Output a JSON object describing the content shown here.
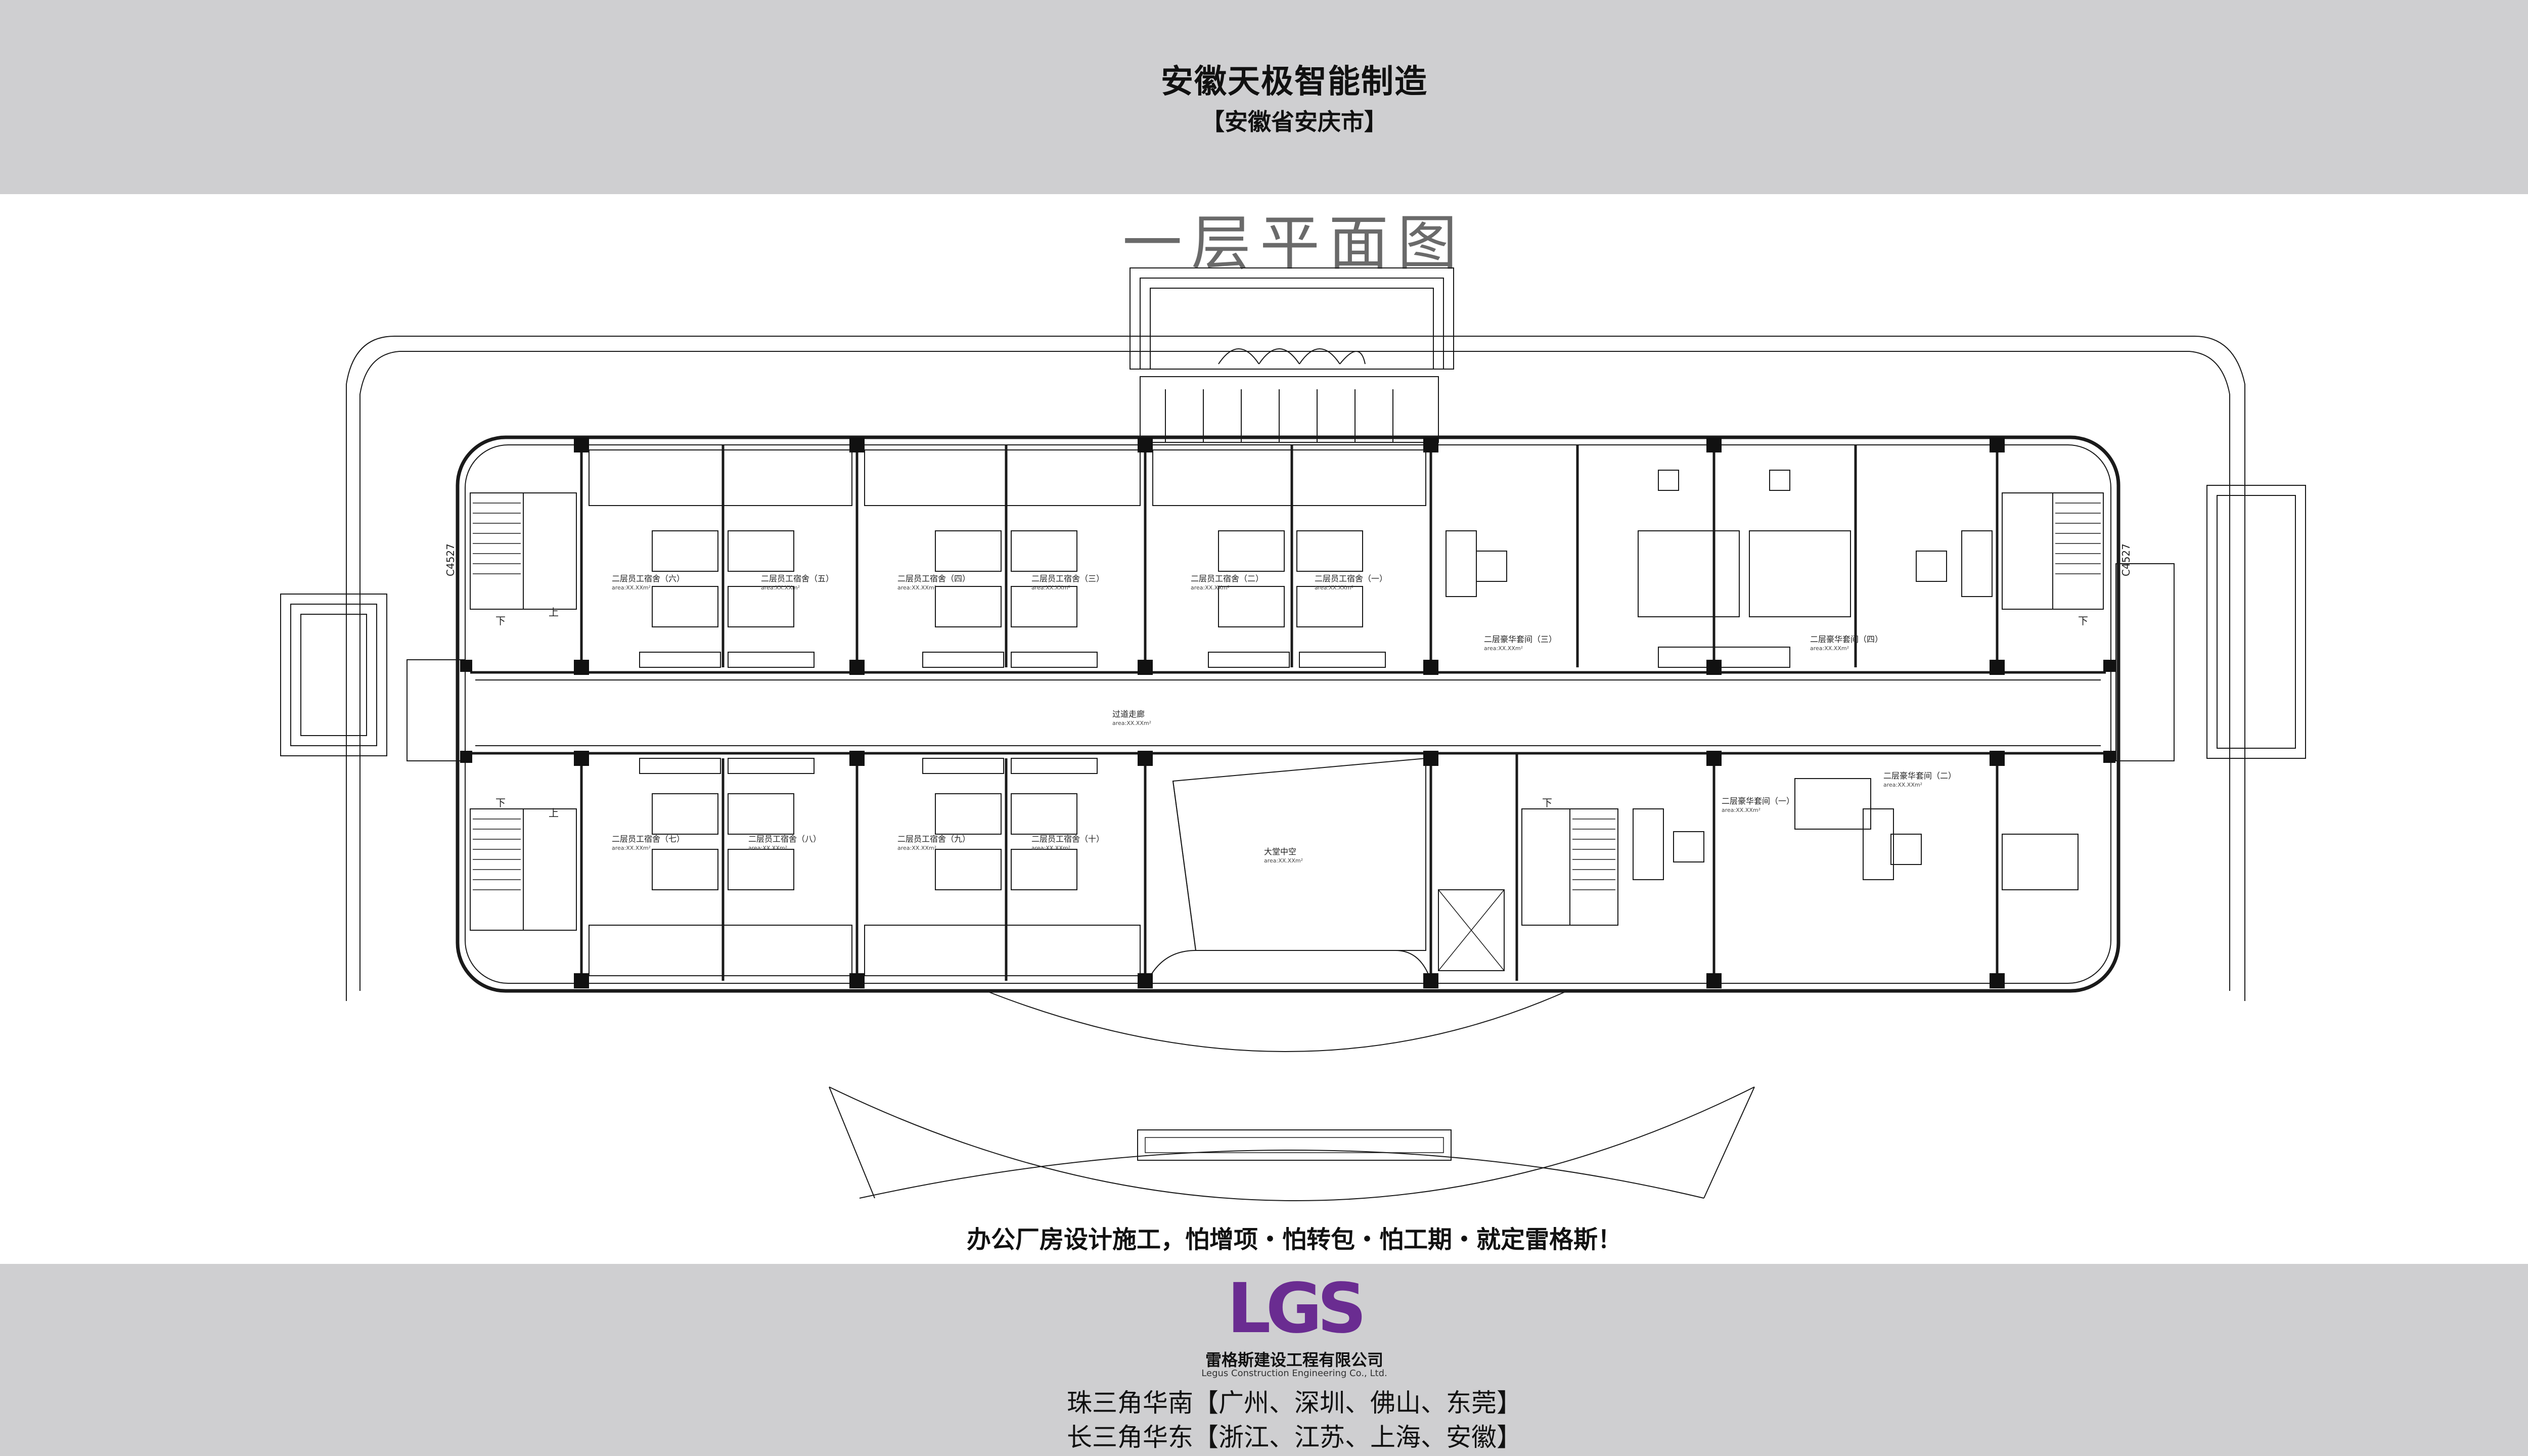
{
  "header": {
    "title": "安徽天极智能制造",
    "location": "【安徽省安庆市】"
  },
  "plan": {
    "title": "一层平面图",
    "corridor_label": "过道走廊",
    "atrium_label": "大堂中空",
    "area_label": "area:XX.XXm²",
    "stair_up": "上",
    "stair_down": "下",
    "side_tag": "C4527",
    "rooms_top": [
      "二层员工宿舍（六）",
      "二层员工宿舍（五）",
      "二层员工宿舍（四）",
      "二层员工宿舍（三）",
      "二层员工宿舍（二）",
      "二层员工宿舍（一）",
      "二层豪华套间（三）",
      "二层豪华套间（四）"
    ],
    "rooms_bottom": [
      "二层员工宿舍（七）",
      "二层员工宿舍（八）",
      "二层员工宿舍（九）",
      "二层员工宿舍（十）",
      "二层豪华套间（一）",
      "二层豪华套间（二）"
    ]
  },
  "slogan": "办公厂房设计施工，怕增项・怕转包・怕工期・就定雷格斯！",
  "footer": {
    "logo_text": "LGS",
    "company_name": "雷格斯建设工程有限公司",
    "company_name_en": "Legus Construction Engineering Co., Ltd.",
    "region_south": "珠三角华南【广州、深圳、佛山、东莞】",
    "region_east": "长三角华东【浙江、江苏、上海、安徽】"
  },
  "colors": {
    "band_gray": "#cfcfd1",
    "logo_purple": "#6a2c91",
    "line": "#1a1a1a"
  }
}
